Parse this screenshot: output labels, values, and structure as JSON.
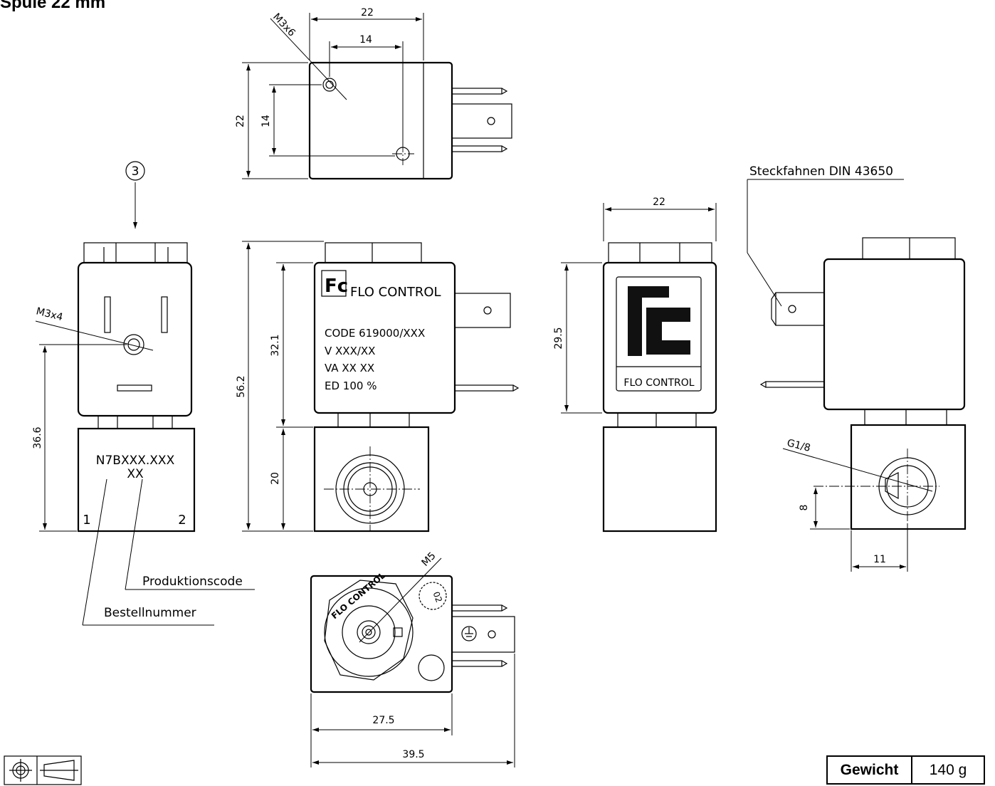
{
  "title": "Spule 22 mm",
  "weight": {
    "label": "Gewicht",
    "value": "140 g"
  },
  "callouts": {
    "view_number": "3",
    "thread_top": "M3x6",
    "thread_front": "M3x4",
    "thread_port": "G1/8",
    "thread_bottom": "M5",
    "tabs": "Steckfahnen DIN 43650",
    "production_code": "Produktionscode",
    "order_number": "Bestellnummer"
  },
  "body_marking": {
    "order_code": "N7BXXX.XXX",
    "production": "XX",
    "port_1": "1",
    "port_2": "2"
  },
  "label": {
    "brand": "FLO CONTROL",
    "code": "CODE 619000/XXX",
    "voltage": "V  XXX/XX",
    "power": "VA  XX  XX",
    "duty": "ED  100 %",
    "nut_text": "FLO CONTROL",
    "date_stamp": "02"
  },
  "dimensions": {
    "top_width": "22",
    "top_hole_spacing_x": "14",
    "top_height": "22",
    "top_hole_spacing_y": "14",
    "front_height": "36.6",
    "side_total_height": "56.2",
    "side_coil_height": "32.1",
    "side_body_height": "20",
    "back_width": "22",
    "back_height": "29.5",
    "port_height": "8",
    "port_offset": "11",
    "bottom_width_1": "27.5",
    "bottom_width_2": "39.5"
  },
  "icons": [
    "first-angle-projection-icon",
    "company-logo-icon",
    "earth-symbol-icon"
  ]
}
